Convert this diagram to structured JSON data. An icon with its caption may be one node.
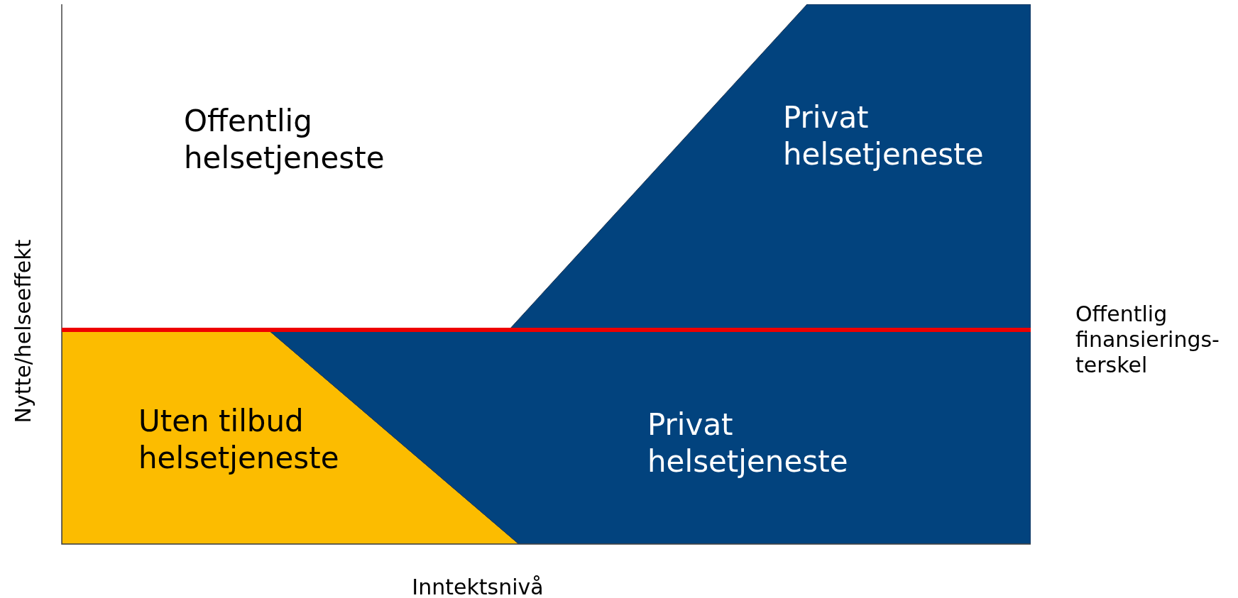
{
  "diagram": {
    "nodes": [
      {
        "text": [
          "Offentlig helsetjeneste"
        ]
      },
      {
        "text": [
          "Privat helsetjeneste"
        ]
      },
      {
        "text": [
          "Uten tilbud helsetjeneste"
        ]
      },
      {
        "text": [
          "Privat helsetjeneste"
        ]
      }
    ],
    "edges": [],
    "labels": [
      "Offentlig finansierings- terskel",
      "Nytte/helseeffekt",
      "Inntektsnivå"
    ]
  }
}
